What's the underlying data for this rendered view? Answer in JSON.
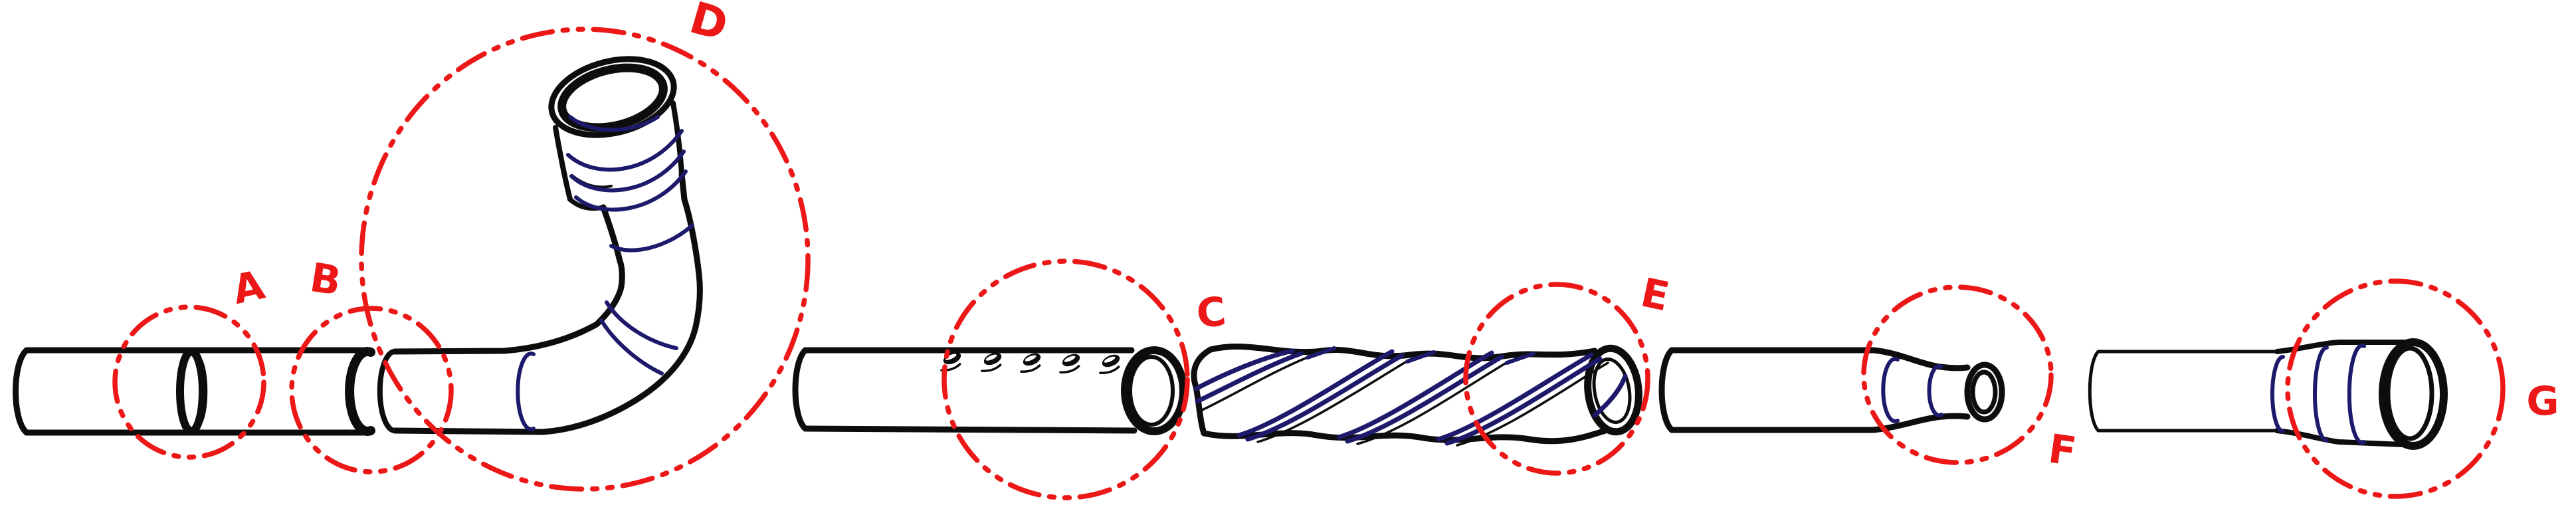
{
  "diagram": {
    "type": "technical-line-drawing",
    "subject": "seven circled callouts on pipe / tube fitting variations",
    "colors": {
      "line": "#0d0d0d",
      "section_rings": "#1e1a6b",
      "callout_red": "#ec1818",
      "background": "#ffffff"
    },
    "callouts": [
      {
        "label": "A",
        "feature": "collar band on straight pipe"
      },
      {
        "label": "B",
        "feature": "socket joint between pipes"
      },
      {
        "label": "C",
        "feature": "perforated pipe with open end"
      },
      {
        "label": "D",
        "feature": "curved elbow with ribbed flared mouth"
      },
      {
        "label": "E",
        "feature": "twisted spiral-fluted pipe end"
      },
      {
        "label": "F",
        "feature": "pipe tapering to narrow nozzle"
      },
      {
        "label": "G",
        "feature": "pipe flaring to wide bell mouth"
      }
    ]
  }
}
